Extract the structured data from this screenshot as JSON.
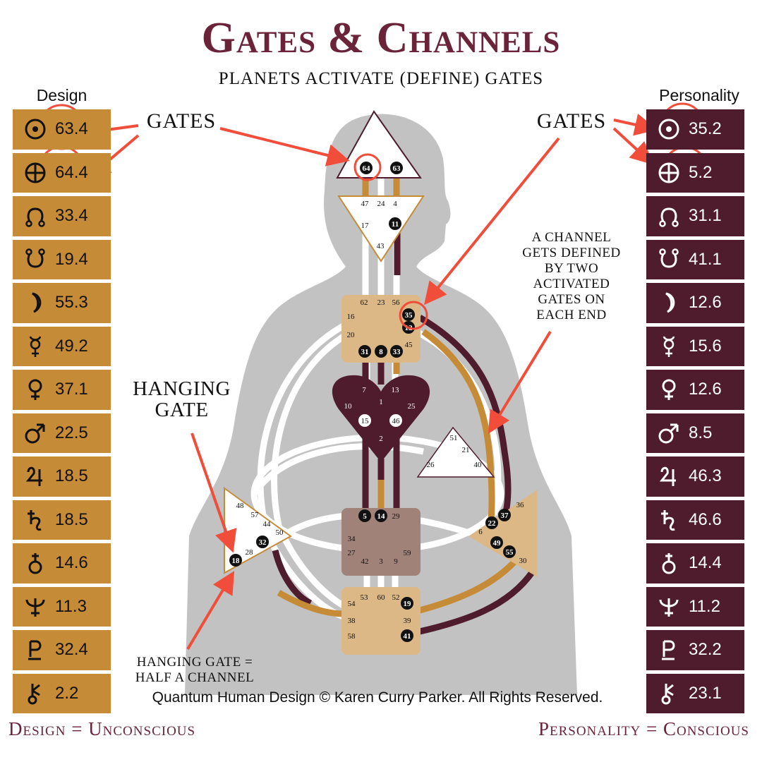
{
  "title": "Gates & Channels",
  "subtitle": "PLANETS ACTIVATE (DEFINE) GATES",
  "design": {
    "heading": "Design",
    "rows": [
      {
        "planet": "sun-icon",
        "value": "63.4"
      },
      {
        "planet": "earth-icon",
        "value": "64.4"
      },
      {
        "planet": "north-node-icon",
        "value": "33.4"
      },
      {
        "planet": "south-node-icon",
        "value": "19.4"
      },
      {
        "planet": "moon-icon",
        "value": "55.3"
      },
      {
        "planet": "mercury-icon",
        "value": "49.2"
      },
      {
        "planet": "venus-icon",
        "value": "37.1"
      },
      {
        "planet": "mars-icon",
        "value": "22.5"
      },
      {
        "planet": "jupiter-icon",
        "value": "18.5"
      },
      {
        "planet": "saturn-icon",
        "value": "18.5"
      },
      {
        "planet": "uranus-icon",
        "value": "14.6"
      },
      {
        "planet": "neptune-icon",
        "value": "11.3"
      },
      {
        "planet": "pluto-icon",
        "value": "32.4"
      },
      {
        "planet": "chiron-icon",
        "value": "2.2"
      }
    ]
  },
  "personality": {
    "heading": "Personality",
    "rows": [
      {
        "planet": "sun-icon",
        "value": "35.2"
      },
      {
        "planet": "earth-icon",
        "value": "5.2"
      },
      {
        "planet": "north-node-icon",
        "value": "31.1"
      },
      {
        "planet": "south-node-icon",
        "value": "41.1"
      },
      {
        "planet": "moon-icon",
        "value": "12.6"
      },
      {
        "planet": "mercury-icon",
        "value": "15.6"
      },
      {
        "planet": "venus-icon",
        "value": "12.6"
      },
      {
        "planet": "mars-icon",
        "value": "8.5"
      },
      {
        "planet": "jupiter-icon",
        "value": "46.3"
      },
      {
        "planet": "saturn-icon",
        "value": "46.6"
      },
      {
        "planet": "uranus-icon",
        "value": "14.4"
      },
      {
        "planet": "neptune-icon",
        "value": "11.2"
      },
      {
        "planet": "pluto-icon",
        "value": "32.2"
      },
      {
        "planet": "chiron-icon",
        "value": "23.1"
      }
    ]
  },
  "annotations": {
    "gates_left": "GATES",
    "gates_right": "GATES",
    "hanging_gate": [
      "HANGING",
      "GATE"
    ],
    "channel_note": [
      "A CHANNEL",
      "GETS DEFINED",
      "BY TWO",
      "ACTIVATED",
      "GATES ON",
      "EACH END"
    ],
    "hanging_note": [
      "HANGING GATE =",
      "HALF A CHANNEL"
    ]
  },
  "footer": {
    "left": "Design = Unconscious",
    "right": "Personality = Conscious",
    "copyright": "Quantum Human Design © Karen Curry Parker. All Rights Reserved."
  },
  "colors": {
    "title": "#6b2339",
    "design": "#c68b37",
    "personality": "#4e1c2c",
    "body": "#c2c2c2",
    "arrow": "#f04e3a",
    "center_tan": "#dcb887",
    "heart": "#4e1c2c",
    "sacral": "#a08279"
  },
  "centers": {
    "head": [
      "64",
      "63"
    ],
    "ajna": [
      "47",
      "24",
      "4",
      "17",
      "11",
      "43"
    ],
    "throat": [
      "62",
      "23",
      "56",
      "16",
      "35",
      "20",
      "12",
      "45",
      "31",
      "8",
      "33"
    ],
    "heart": [
      "7",
      "1",
      "13",
      "10",
      "25",
      "15",
      "46",
      "2"
    ],
    "ego": [
      "51",
      "21",
      "26",
      "40"
    ],
    "spleen": [
      "48",
      "57",
      "44",
      "50",
      "32",
      "28",
      "18"
    ],
    "sacral": [
      "5",
      "14",
      "29",
      "34",
      "27",
      "42",
      "3",
      "9",
      "59"
    ],
    "solar_plexus": [
      "36",
      "37",
      "22",
      "6",
      "49",
      "55",
      "30"
    ],
    "root": [
      "53",
      "60",
      "52",
      "54",
      "19",
      "38",
      "39",
      "58",
      "41"
    ]
  }
}
